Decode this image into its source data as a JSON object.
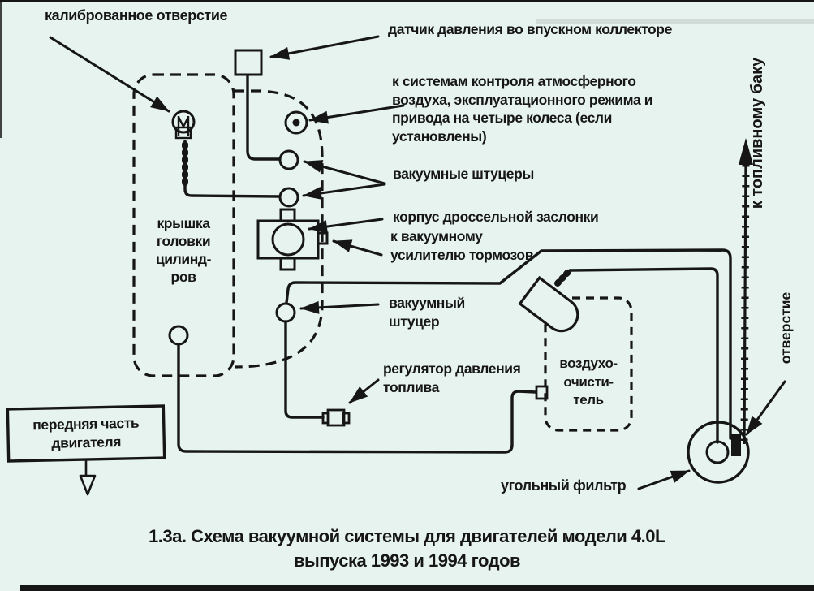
{
  "colors": {
    "background": "#e7f3ef",
    "ink": "#161616"
  },
  "figure": {
    "labels": {
      "calibrated_orifice": "калиброванное отверстие",
      "map_sensor": "датчик давления во впускном коллекторе",
      "control_systems": "к системам контроля атмосферного\nвоздуха, эксплуатационного режима и\nпривода на четыре колеса (если\nустановлены)",
      "vacuum_fittings": "вакуумные штуцеры",
      "throttle_body": "корпус дроссельной заслонки",
      "brake_booster": "к вакуумному\nусилителю тормозов",
      "vacuum_fitting": "вакуумный\nштуцер",
      "fuel_regulator": "регулятор давления\nтоплива",
      "air_cleaner": "воздухо-\nочисти-\nтель",
      "head_cover": "крышка\nголовки\nцилинд-\nров",
      "engine_front": "передняя часть\nдвигателя",
      "charcoal_filter": "угольный фильтр",
      "fuel_tank": "к топливному баку",
      "orifice": "отверстие"
    },
    "caption": {
      "line1": "1.3а. Схема вакуумной системы для двигателей модели 4.0L",
      "line2": "выпуска 1993 и 1994 годов"
    }
  }
}
